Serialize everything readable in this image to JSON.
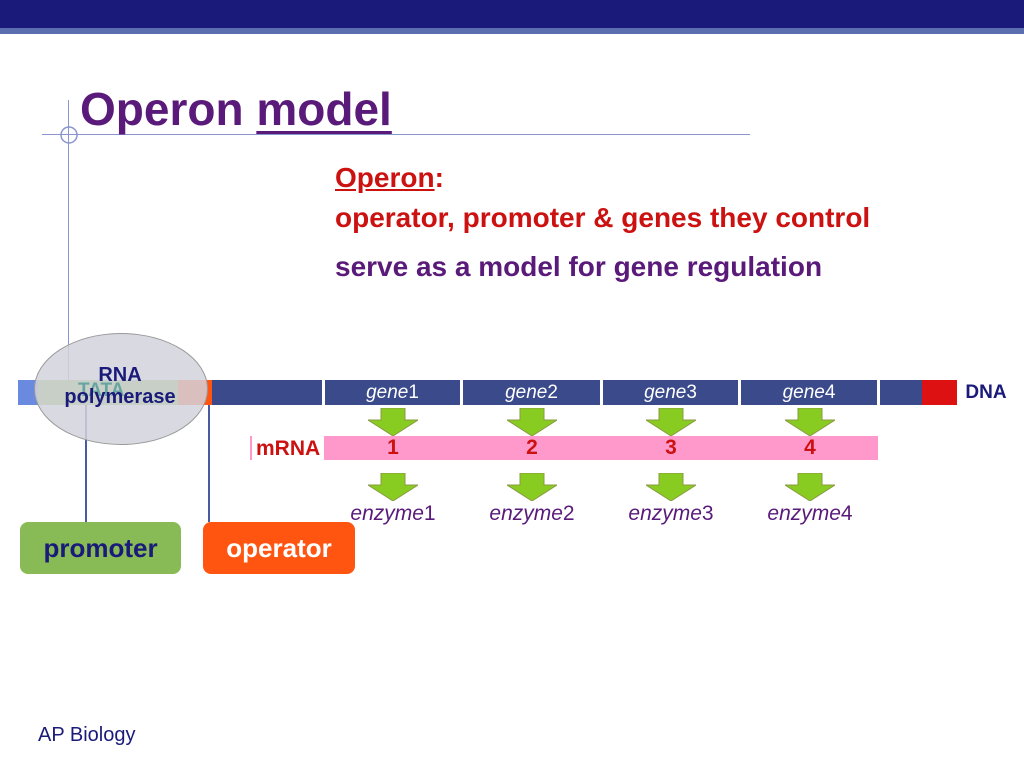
{
  "slide": {
    "title_plain": "Operon ",
    "title_underlined": "model",
    "footer": "AP Biology"
  },
  "bullets": {
    "operon_term": "Operon",
    "operon_colon": ":",
    "operon_definition": "operator, promoter & genes they control",
    "serve": "serve as a model for gene regulation"
  },
  "diagram": {
    "rna_polymerase_line1": "RNA",
    "rna_polymerase_line2": "polymerase",
    "tata": "TATA",
    "dna_label": "DNA",
    "mrna_label": "mRNA",
    "genes": [
      {
        "word": "gene",
        "num": "1"
      },
      {
        "word": "gene",
        "num": "2"
      },
      {
        "word": "gene",
        "num": "3"
      },
      {
        "word": "gene",
        "num": "4"
      }
    ],
    "mrna_numbers": [
      "1",
      "2",
      "3",
      "4"
    ],
    "enzymes": [
      {
        "word": "enzyme",
        "num": "1"
      },
      {
        "word": "enzyme",
        "num": "2"
      },
      {
        "word": "enzyme",
        "num": "3"
      },
      {
        "word": "enzyme",
        "num": "4"
      }
    ],
    "promoter_label": "promoter",
    "operator_label": "operator"
  },
  "colors": {
    "title": "#5a1a7a",
    "operon_red": "#cc1111",
    "dna_bar": "#3a4a8a",
    "promoter_green": "#88bb55",
    "operator_orange": "#ff5511",
    "mrna_pink": "#ff99cc",
    "arrow_green": "#88cc22"
  }
}
